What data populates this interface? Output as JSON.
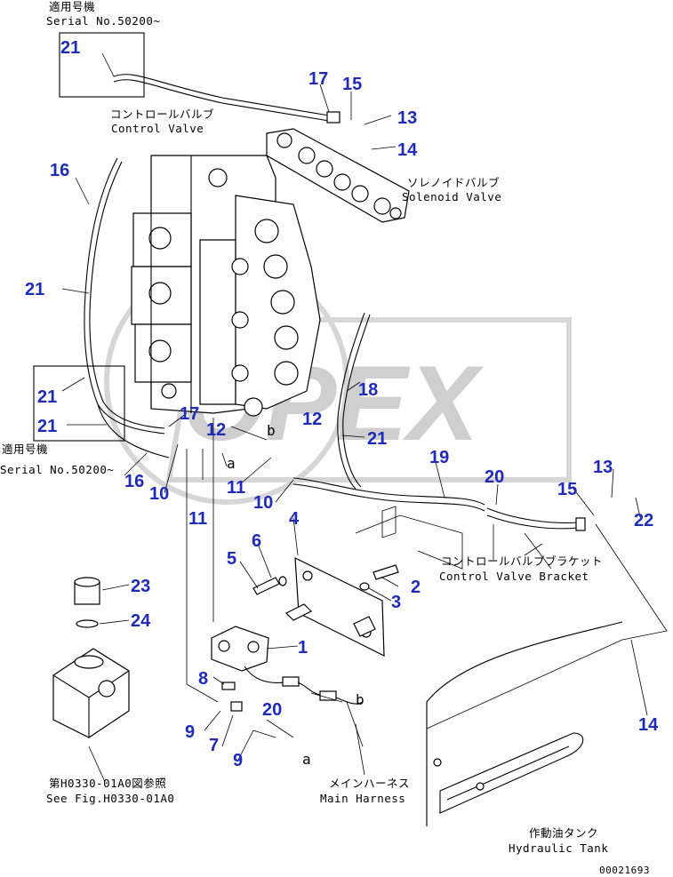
{
  "labels": {
    "serial_top_jp": "適用号機",
    "serial_top_en": "Serial No.50200~",
    "serial_mid_jp": "適用号機",
    "serial_mid_en": "Serial No.50200~",
    "control_valve_jp": "コントロールバルブ",
    "control_valve_en": "Control Valve",
    "solenoid_valve_jp": "ソレノイドバルブ",
    "solenoid_valve_en": "Solenoid Valve",
    "bracket_jp": "コントロールバルブブラケット",
    "bracket_en": "Control Valve Bracket",
    "harness_jp": "メインハーネス",
    "harness_en": "Main Harness",
    "tank_jp": "作動油タンク",
    "tank_en": "Hydraulic Tank",
    "see_fig_jp": "第H0330-01A0図参照",
    "see_fig_en": "See Fig.H0330-01A0",
    "ref_a1": "a",
    "ref_b1": "b",
    "ref_a2": "a",
    "ref_b2": "b",
    "drawing_no": "00021693"
  },
  "callouts": {
    "c21_top": "21",
    "c17_top": "17",
    "c15_top": "15",
    "c13_top": "13",
    "c14_top": "14",
    "c16_left": "16",
    "c21_mid": "21",
    "c21_box_a": "21",
    "c21_box_b": "21",
    "c17_mid": "17",
    "c12_a": "12",
    "c12_b": "12",
    "c18": "18",
    "c21_right": "21",
    "c16_bot": "16",
    "c10_a": "10",
    "c11_a": "11",
    "c11_b": "11",
    "c10_b": "10",
    "c19": "19",
    "c20_right": "20",
    "c13_right": "13",
    "c15_right": "15",
    "c22": "22",
    "c4": "4",
    "c6": "6",
    "c5": "5",
    "c2": "2",
    "c3": "3",
    "c1": "1",
    "c8": "8",
    "c20_low": "20",
    "c9_a": "9",
    "c7": "7",
    "c9_b": "9",
    "c23": "23",
    "c24": "24",
    "c14_right": "14"
  },
  "watermark": {
    "text": "OPEX"
  }
}
